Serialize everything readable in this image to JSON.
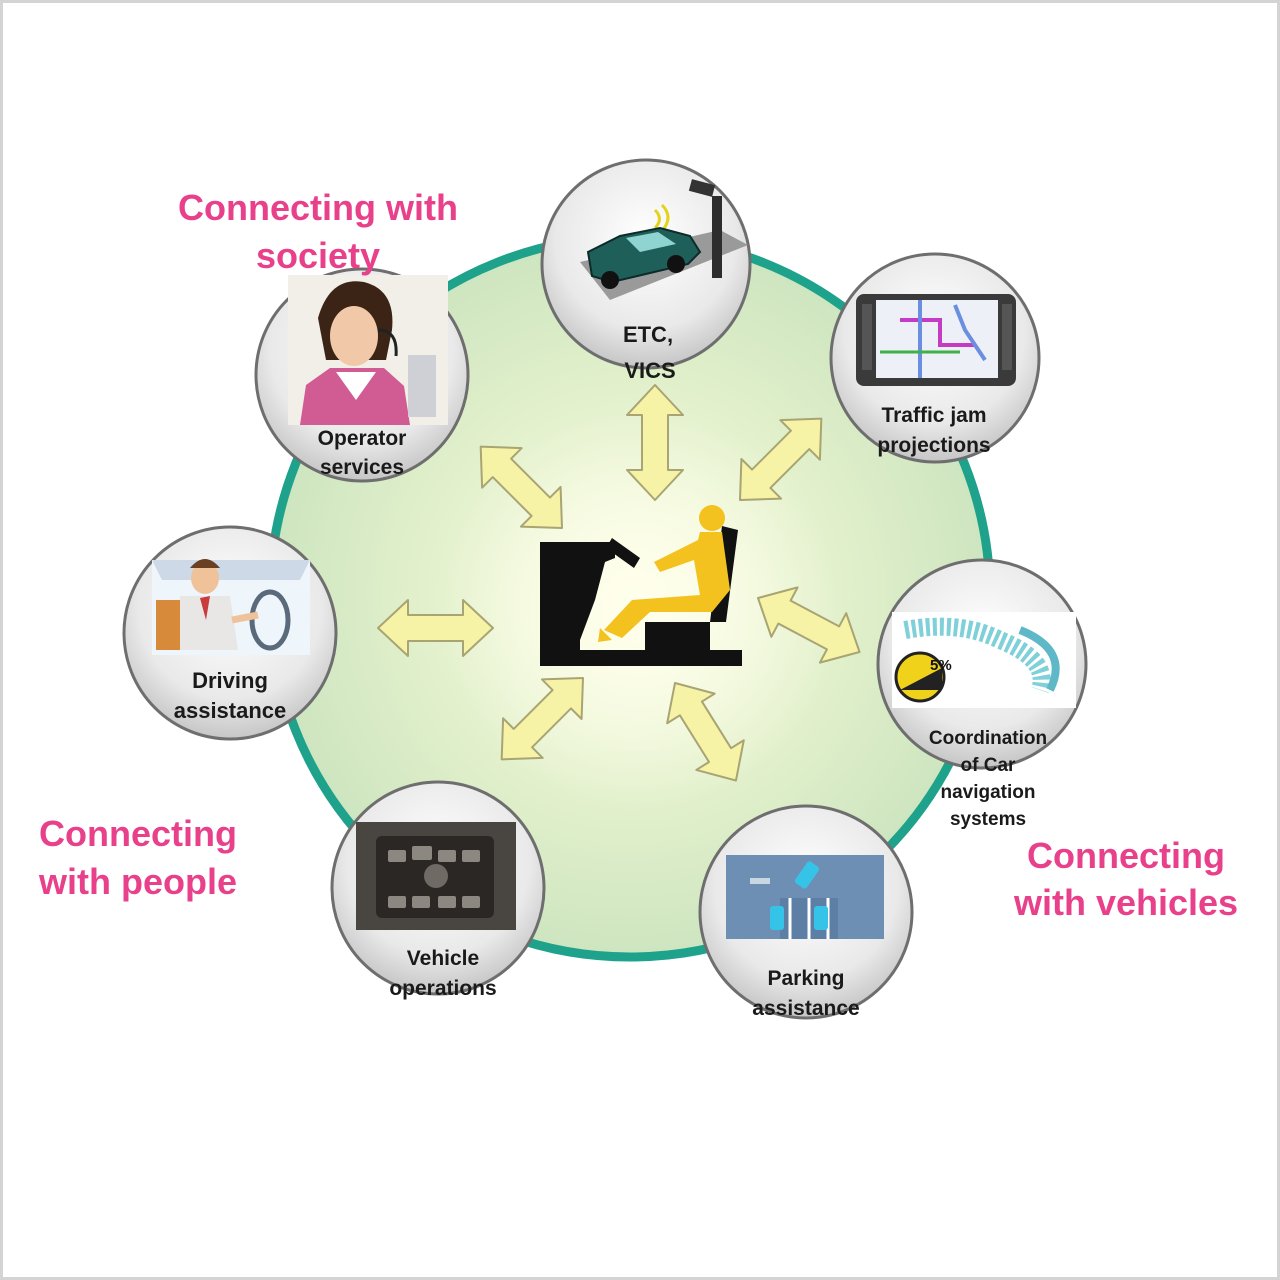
{
  "groups": {
    "society": [
      "Connecting with",
      "society"
    ],
    "people": [
      "Connecting",
      "with people"
    ],
    "vehicles": [
      "Connecting",
      "with vehicles"
    ]
  },
  "nodes": {
    "etc": {
      "line1": "ETC,",
      "line2": "VICS"
    },
    "traffic": {
      "line1": "Traffic jam",
      "line2": "projections"
    },
    "operator": {
      "line1": "Operator",
      "line2": "services"
    },
    "driving": {
      "line1": "Driving",
      "line2": "assistance"
    },
    "coordination": {
      "line1": "Coordination",
      "line2": "of Car",
      "line3": "navigation",
      "line4": "systems",
      "badge": "5%"
    },
    "vehicle_ops": {
      "line1": "Vehicle",
      "line2": "operations"
    },
    "parking": {
      "line1": "Parking",
      "line2": "assistance"
    }
  },
  "colors": {
    "ring": "#1ea28b",
    "center_fill": "#e6f3cf",
    "arrow_fill": "#f7f3a6",
    "arrow_stroke": "#a8a473",
    "driver": "#f3c21f",
    "label_pink": "#e8408a"
  }
}
